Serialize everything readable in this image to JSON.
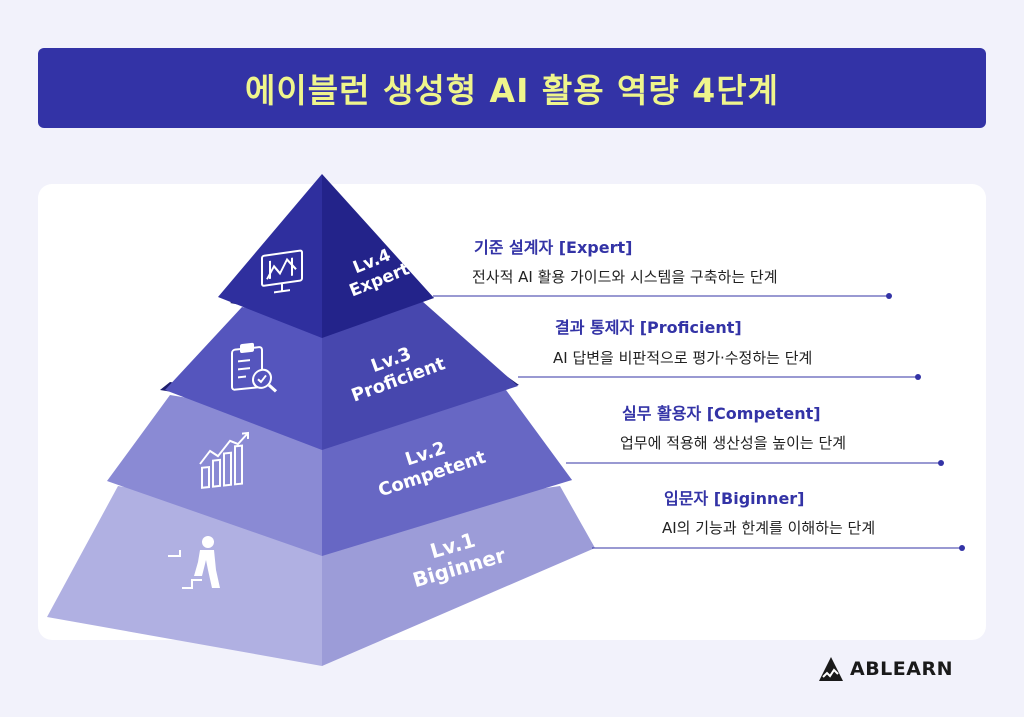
{
  "header": {
    "title": "에이블런 생성형 AI 활용 역량 4단계"
  },
  "levels": [
    {
      "level": "Lv.4",
      "name": "Expert",
      "title": "기준 설계자 [Expert]",
      "description": "전사적 AI 활용 가이드와 시스템을 구축하는 단계",
      "icon": "monitor-chart-icon"
    },
    {
      "level": "Lv.3",
      "name": "Proficient",
      "title": "결과 통제자 [Proficient]",
      "description": "AI 답변을  비판적으로 평가·수정하는 단계",
      "icon": "checklist-magnifier-icon"
    },
    {
      "level": "Lv.2",
      "name": "Competent",
      "title": "실무 활용자 [Competent]",
      "description": "업무에 적용해 생산성을 높이는 단계",
      "icon": "growth-bars-icon"
    },
    {
      "level": "Lv.1",
      "name": "Biginner",
      "title": "입문자 [Biginner]",
      "description": "AI의 기능과 한계를 이해하는 단계",
      "icon": "climbing-person-icon"
    }
  ],
  "brand": {
    "name": "ABLEARN"
  },
  "colors": {
    "title_bg": "#3333A6",
    "title_text": "#EFF58C",
    "accent_text": "#3333A6",
    "lv4_left": "#2F2F9E",
    "lv4_right": "#23238A",
    "lv3_left": "#5555BD",
    "lv3_right": "#4747AE",
    "lv2_left": "#8A8AD4",
    "lv2_right": "#6767C4",
    "lv1_left": "#B0B0E2",
    "lv1_right": "#9C9CD8"
  }
}
